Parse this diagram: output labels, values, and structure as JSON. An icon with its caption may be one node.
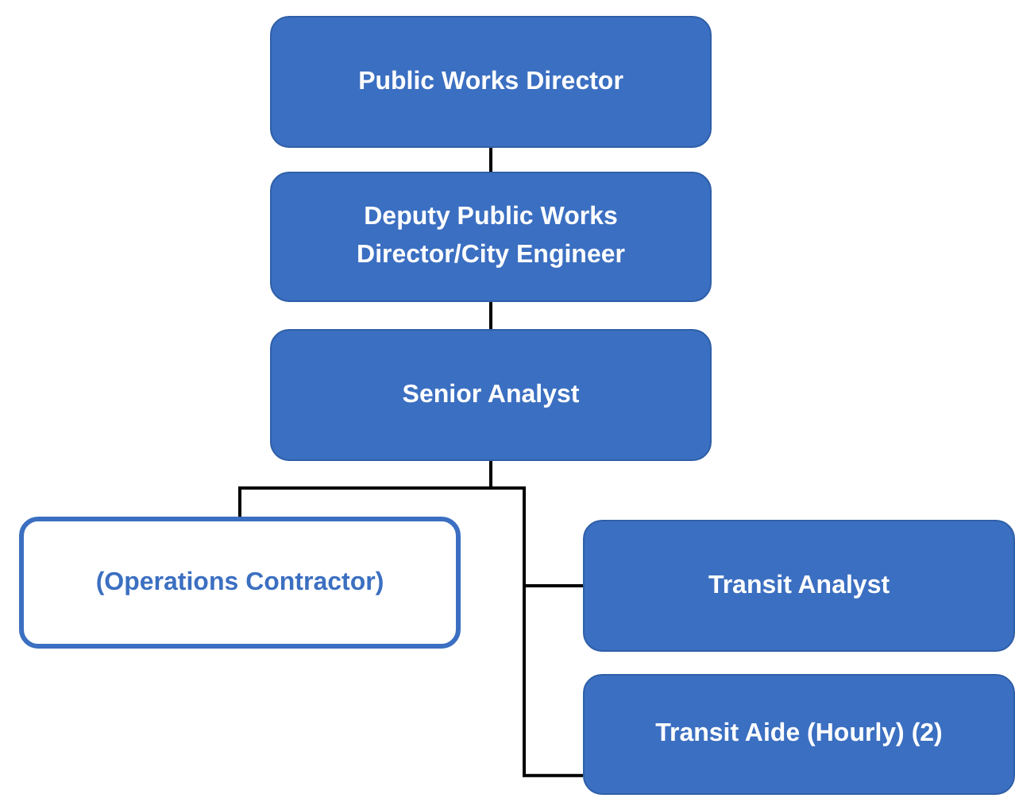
{
  "diagram": {
    "nodes": [
      {
        "text": [
          "Public Works Director"
        ]
      },
      {
        "text": [
          "Deputy Public Works Director/City Engineer"
        ]
      },
      {
        "text": [
          "Senior Analyst"
        ]
      },
      {
        "text": [
          "(Operations Contractor)"
        ]
      },
      {
        "text": [
          "Transit Analyst"
        ]
      },
      {
        "text": [
          "Transit Aide (Hourly) (2)"
        ]
      }
    ],
    "edges": [
      {
        "from": 0,
        "to": 1,
        "arrow": "none"
      },
      {
        "from": 1,
        "to": 2,
        "arrow": "none"
      },
      {
        "from": 2,
        "to": 3,
        "arrow": "none"
      },
      {
        "from": 2,
        "to": 4,
        "arrow": "none"
      },
      {
        "from": 2,
        "to": 5,
        "arrow": "none"
      }
    ]
  }
}
